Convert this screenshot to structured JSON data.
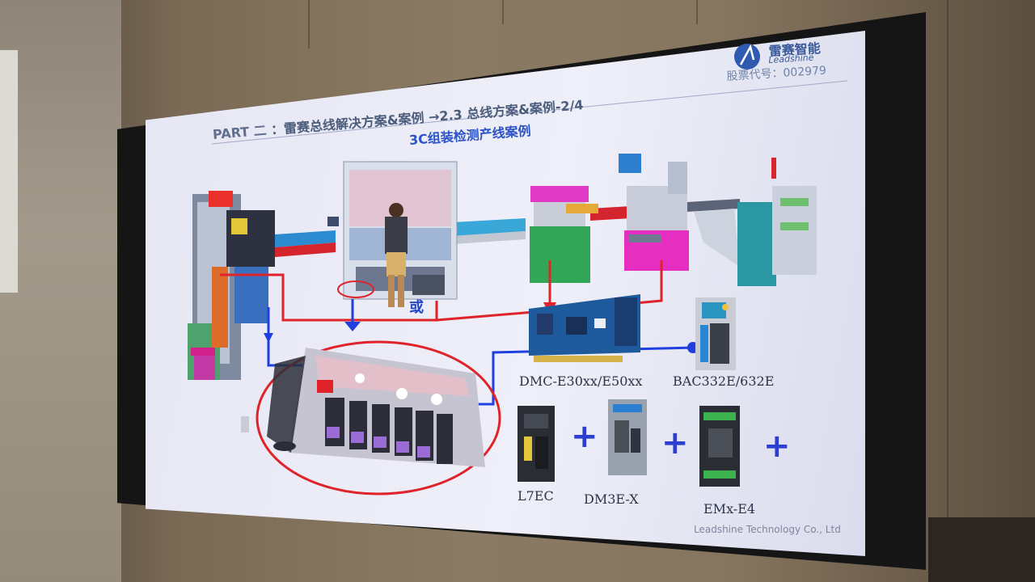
{
  "slide": {
    "part_label": "PART 二",
    "header_rest": "：雷赛总线解决方案&案例 →2.3 总线方案&案例-2/4",
    "subtitle": "3C组装检测产线案例",
    "logo_name": "雷赛智能",
    "logo_sub": "Leadshine",
    "stock_code": "股票代号：002979",
    "or_label": "或",
    "company": "Leadshine Technology Co., Ltd"
  },
  "products": {
    "controller": "DMC-E30xx/E50xx",
    "plc": "BAC332E/632E",
    "servo": "L7EC",
    "stepper": "DM3E-X",
    "io_module": "EMx-E4"
  },
  "colors": {
    "accent_blue": "#1f3fe0",
    "accent_red": "#e0222b",
    "header_text": "#4c5d7c",
    "subtitle_text": "#2c54c8",
    "slide_bg": "#eceef8",
    "pcb_blue": "#1e5b9c"
  },
  "plus_sign": "+"
}
